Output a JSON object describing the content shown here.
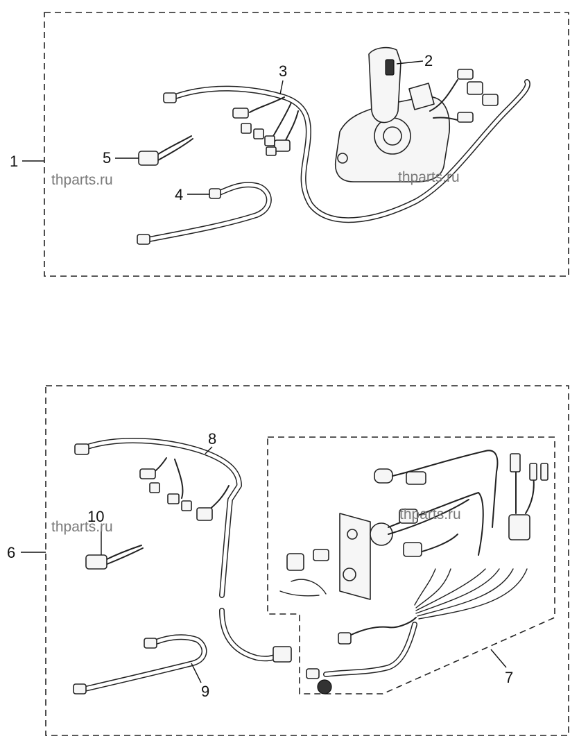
{
  "diagram": {
    "callouts": {
      "c1": "1",
      "c2": "2",
      "c3": "3",
      "c4": "4",
      "c5": "5",
      "c6": "6",
      "c7": "7",
      "c8": "8",
      "c9": "9",
      "c10": "10"
    },
    "watermarks": [
      "thparts.ru",
      "thparts.ru",
      "thparts.ru",
      "thparts.ru"
    ]
  }
}
